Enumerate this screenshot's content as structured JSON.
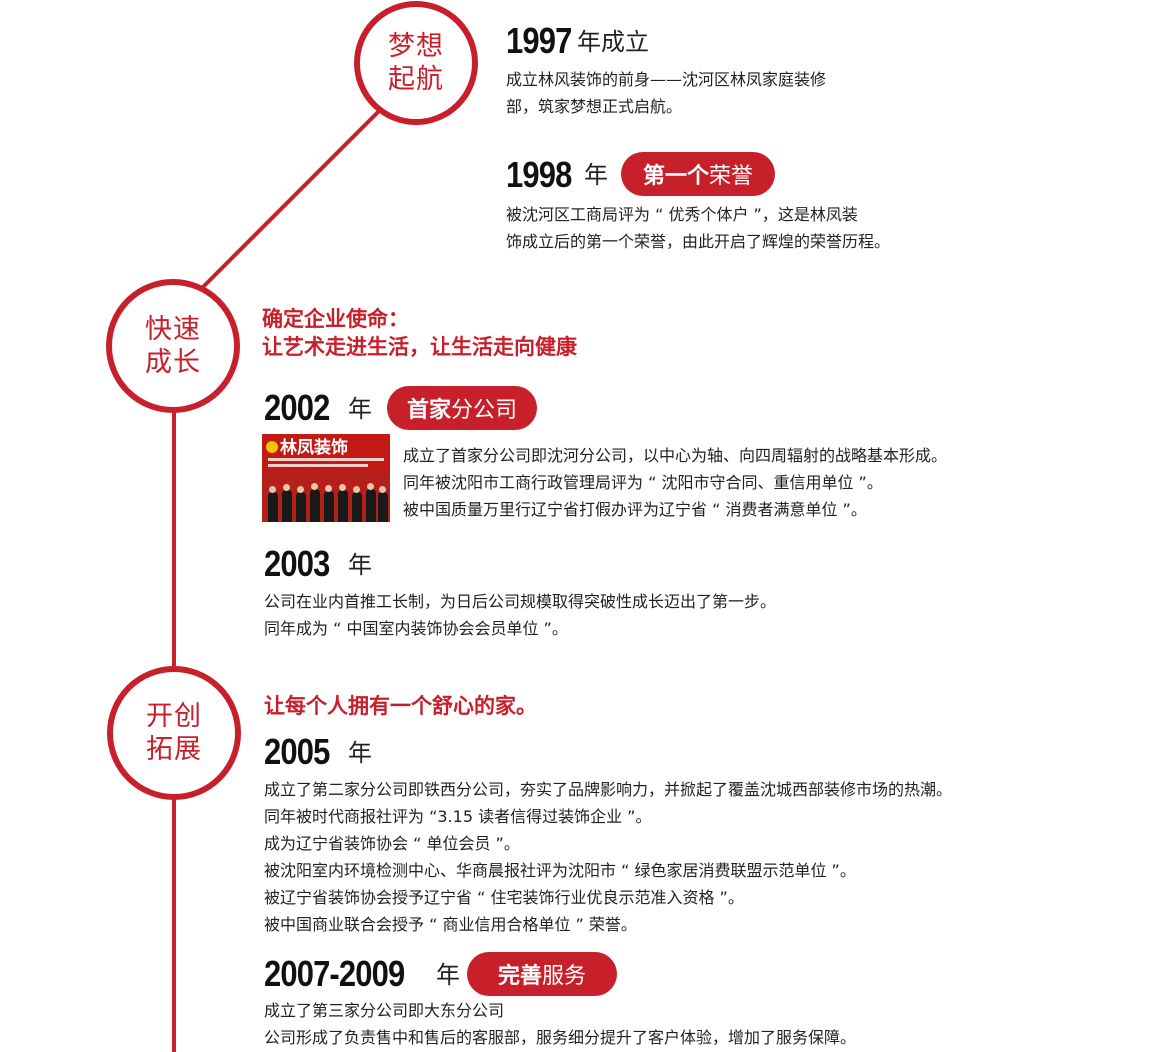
{
  "colors": {
    "accent": "#c8202b",
    "text": "#222222",
    "year": "#111111"
  },
  "stages": [
    {
      "line1": "梦想",
      "line2": "起航"
    },
    {
      "line1": "快速",
      "line2": "成长"
    },
    {
      "line1": "开创",
      "line2": "拓展"
    }
  ],
  "missions": {
    "m1_line1": "确定企业使命：",
    "m1_line2": "让艺术走进生活，让生活走向健康",
    "m2": "让每个人拥有一个舒心的家。"
  },
  "entries": {
    "y1997": {
      "year": "1997",
      "suffix": "年成立",
      "lines": [
        "成立林风装饰的前身——沈河区林凤家庭装修",
        "部，筑家梦想正式启航。"
      ]
    },
    "y1998": {
      "year": "1998",
      "suffix": "年",
      "badge_bold": "第一个",
      "badge_light": "荣誉",
      "lines": [
        "被沈河区工商局评为 “ 优秀个体户 ”，这是林凤装",
        "饰成立后的第一个荣誉，由此开启了辉煌的荣誉历程。"
      ]
    },
    "y2002": {
      "year": "2002",
      "suffix": "年",
      "badge_bold": "首家",
      "badge_light": "分公司",
      "photo_logo": "林凤装饰",
      "lines": [
        "成立了首家分公司即沈河分公司，以中心为轴、向四周辐射的战略基本形成。",
        "同年被沈阳市工商行政管理局评为 “ 沈阳市守合同、重信用单位 ”。",
        "被中国质量万里行辽宁省打假办评为辽宁省 “ 消费者满意单位 ”。"
      ]
    },
    "y2003": {
      "year": "2003",
      "suffix": "年",
      "lines": [
        "公司在业内首推工长制，为日后公司规模取得突破性成长迈出了第一步。",
        "同年成为 “ 中国室内装饰协会会员单位 ”。"
      ]
    },
    "y2005": {
      "year": "2005",
      "suffix": "年",
      "lines": [
        "成立了第二家分公司即铁西分公司，夯实了品牌影响力，并掀起了覆盖沈城西部装修市场的热潮。",
        "同年被时代商报社评为 “3.15 读者信得过装饰企业 ”。",
        "成为辽宁省装饰协会 “ 单位会员 ”。",
        "被沈阳室内环境检测中心、华商晨报社评为沈阳市 “ 绿色家居消费联盟示范单位 ”。",
        "被辽宁省装饰协会授予辽宁省 “ 住宅装饰行业优良示范准入资格 ”。",
        "被中国商业联合会授予 “ 商业信用合格单位 ” 荣誉。"
      ]
    },
    "y2007": {
      "year": "2007-2009",
      "suffix": "年",
      "badge_bold": "完善",
      "badge_light": "服务",
      "lines": [
        "成立了第三家分公司即大东分公司",
        "公司形成了负责售中和售后的客服部，服务细分提升了客户体验，增加了服务保障。"
      ]
    }
  }
}
